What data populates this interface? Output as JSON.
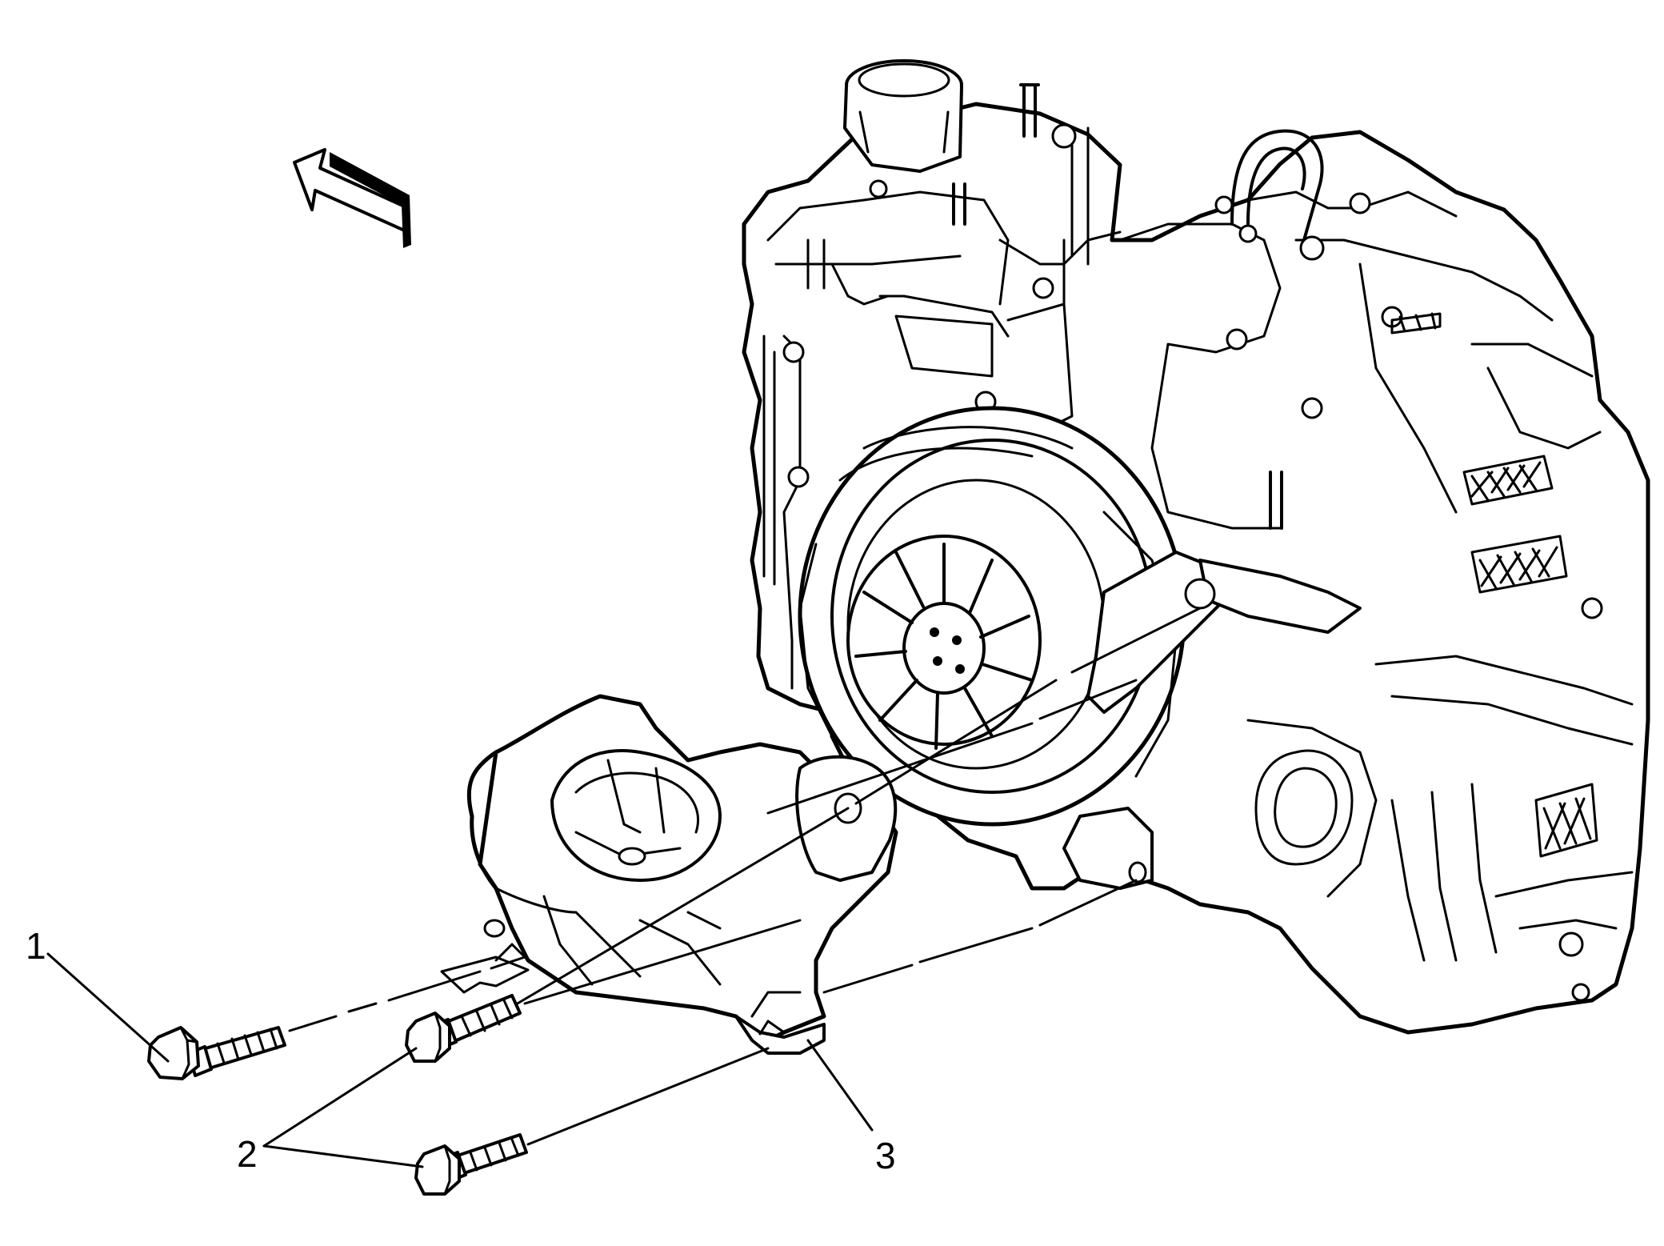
{
  "callouts": [
    {
      "id": "1",
      "label": "1"
    },
    {
      "id": "2",
      "label": "2"
    },
    {
      "id": "3",
      "label": "3"
    }
  ],
  "colors": {
    "ink": "#000000",
    "background": "#ffffff"
  },
  "icons": {
    "direction": "front-direction-arrow-icon"
  }
}
